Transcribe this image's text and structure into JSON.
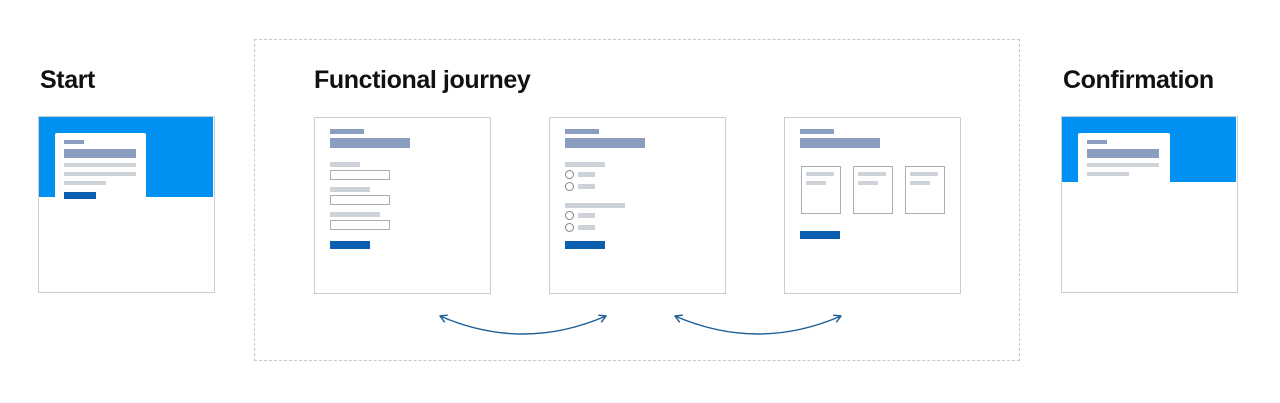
{
  "headings": {
    "start": "Start",
    "journey": "Functional journey",
    "confirmation": "Confirmation"
  },
  "colors": {
    "brand_blue": "#0091f2",
    "primary_button": "#0b5fb0",
    "title_bar": "#8c9ebf",
    "text_line": "#cdd3d8",
    "frame_border": "#c7cfd6",
    "arrow": "#1b5e99"
  },
  "icons": [
    "double-headed-arrow"
  ]
}
